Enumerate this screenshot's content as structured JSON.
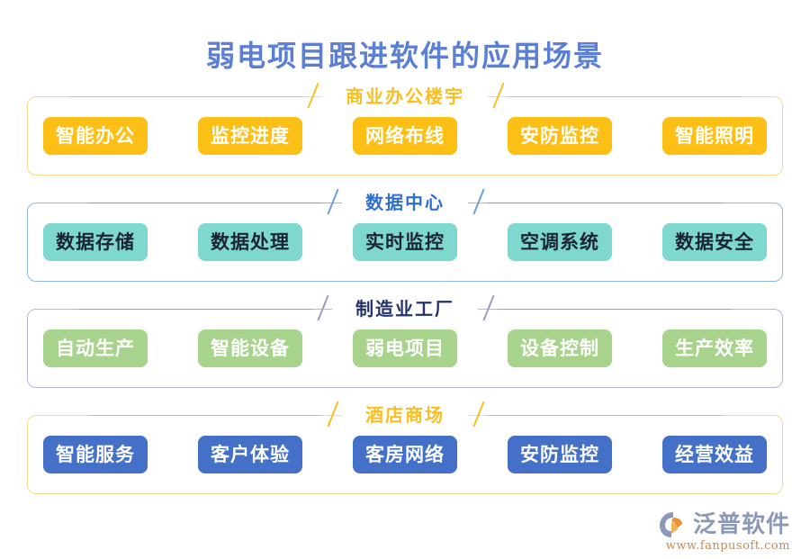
{
  "page": {
    "title": "弱电项目跟进软件的应用场景",
    "title_color": "#5b7fd4",
    "background": "#ffffff"
  },
  "sections": [
    {
      "id": "commercial-office-building",
      "title": "商业办公楼宇",
      "theme": "commercial",
      "border_color": "#f6d98c",
      "title_color": "#fbbe20",
      "tag_bg": "#fcbf16",
      "tag_text_color": "#ffffff",
      "tags": [
        {
          "label": "智能办公"
        },
        {
          "label": "监控进度"
        },
        {
          "label": "网络布线"
        },
        {
          "label": "安防监控"
        },
        {
          "label": "智能照明"
        }
      ]
    },
    {
      "id": "data-center",
      "title": "数据中心",
      "theme": "datacenter",
      "border_color": "#8fb9e3",
      "title_color": "#2f6fd0",
      "tag_bg": "#7fd8cd",
      "tag_text_color": "#1b2436",
      "tags": [
        {
          "label": "数据存储"
        },
        {
          "label": "数据处理"
        },
        {
          "label": "实时监控"
        },
        {
          "label": "空调系统"
        },
        {
          "label": "数据安全"
        }
      ]
    },
    {
      "id": "manufacturing-factory",
      "title": "制造业工厂",
      "theme": "factory",
      "border_color": "#b7b7de",
      "title_color": "#23326b",
      "tag_bg": "#a8d38d",
      "tag_text_color": "#ffffff",
      "tags": [
        {
          "label": "自动生产"
        },
        {
          "label": "智能设备"
        },
        {
          "label": "弱电项目"
        },
        {
          "label": "设备控制"
        },
        {
          "label": "生产效率"
        }
      ]
    },
    {
      "id": "hotel-shopping-mall",
      "title": "酒店商场",
      "theme": "hotel",
      "border_color": "#f6d98c",
      "title_color": "#fbbe20",
      "tag_bg": "#4470c8",
      "tag_text_color": "#ffffff",
      "tags": [
        {
          "label": "智能服务"
        },
        {
          "label": "客户体验"
        },
        {
          "label": "客房网络"
        },
        {
          "label": "安防监控"
        },
        {
          "label": "经营效益"
        }
      ]
    }
  ],
  "logo": {
    "name": "泛普软件",
    "url": "www.fanpusoft.com",
    "mark_icon": "fanpu-swoosh-icon",
    "name_color": "#8b98b8",
    "url_color": "#c98a52"
  }
}
